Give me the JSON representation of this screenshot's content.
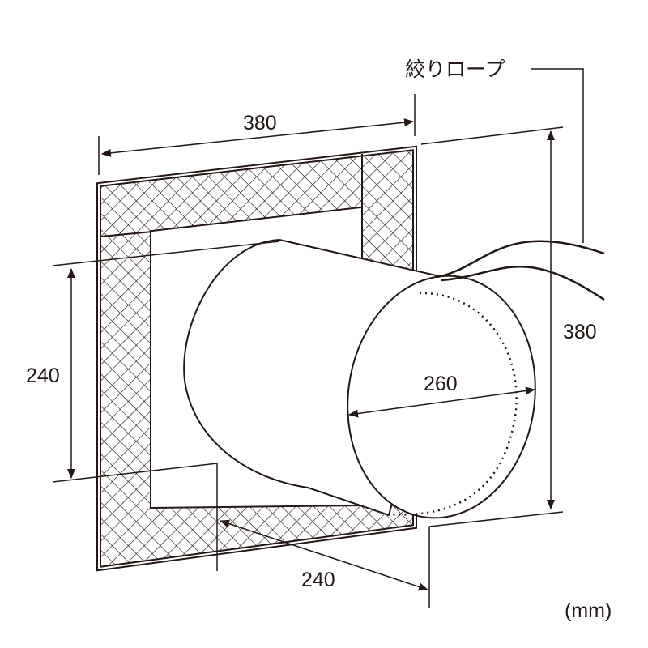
{
  "labels": {
    "rope": "絞りロープ",
    "width_top": "380",
    "height_right": "380",
    "opening_height": "240",
    "duct_diameter": "260",
    "depth": "240",
    "unit": "(mm)"
  },
  "colors": {
    "line": "#231815",
    "background": "#ffffff"
  }
}
